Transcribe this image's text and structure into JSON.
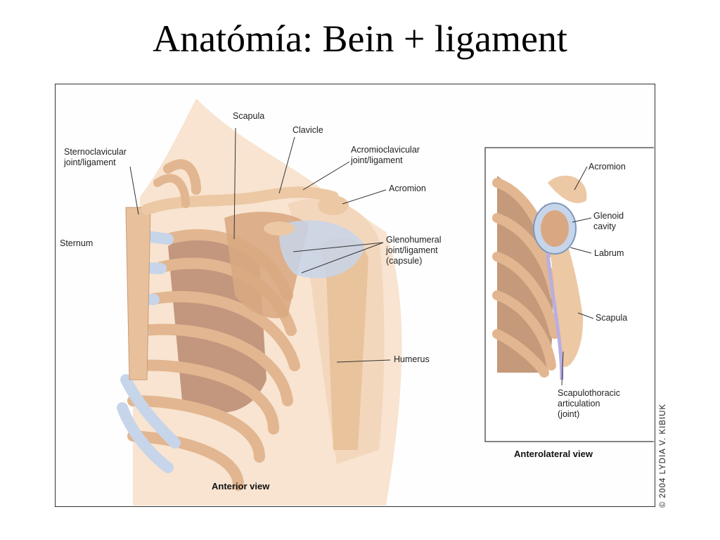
{
  "title": "Anatómía: Bein + ligament",
  "figure": {
    "anterior": {
      "caption": "Anterior view",
      "labels": {
        "scapula": "Scapula",
        "clavicle": "Clavicle",
        "sternoclavicular_1": "Sternoclavicular",
        "sternoclavicular_2": "joint/ligament",
        "acromioclavicular_1": "Acromioclavicular",
        "acromioclavicular_2": "joint/ligament",
        "acromion": "Acromion",
        "sternum": "Sternum",
        "glenohumeral_1": "Glenohumeral",
        "glenohumeral_2": "joint/ligament",
        "glenohumeral_3": "(capsule)",
        "humerus": "Humerus"
      }
    },
    "anterolateral": {
      "caption": "Anterolateral view",
      "labels": {
        "acromion": "Acromion",
        "glenoid_1": "Glenoid",
        "glenoid_2": "cavity",
        "labrum": "Labrum",
        "scapula": "Scapula",
        "scapulothoracic_1": "Scapulothoracic",
        "scapulothoracic_2": "articulation",
        "scapulothoracic_3": "(joint)"
      }
    },
    "credit": "© 2004 LYDIA V. KIBIUK"
  },
  "colors": {
    "bone": "#ecc8a4",
    "bone_dark": "#d9a882",
    "cartilage": "#c7d5ea",
    "skin": "#f8e4d0",
    "shadow": "#b98a70"
  }
}
